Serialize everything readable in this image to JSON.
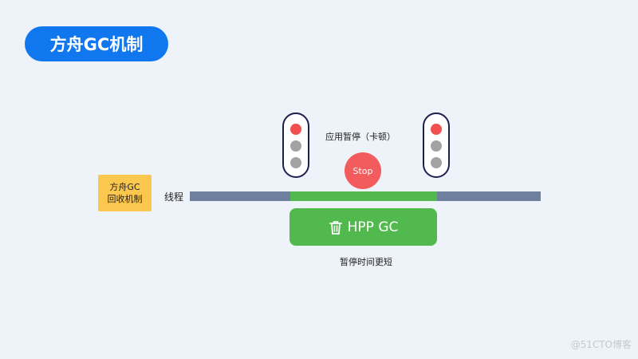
{
  "title": "方舟GC机制",
  "tag": {
    "line1": "方舟GC",
    "line2": "回收机制"
  },
  "thread_label": "线程",
  "pause_label": "应用暂停（卡顿）",
  "stop_label": "Stop",
  "gc_label": "HPP GC",
  "gc_icon": "trash-icon",
  "short_label": "暂停时间更短",
  "watermark": "@51CTO博客",
  "colors": {
    "title_bg": "#1177ee",
    "tag_bg": "#fcc74e",
    "thread_bar": "#6f7f9e",
    "gc_green": "#52b94f",
    "stop_red": "#f25c5c",
    "light_frame": "#1d1f4e"
  }
}
